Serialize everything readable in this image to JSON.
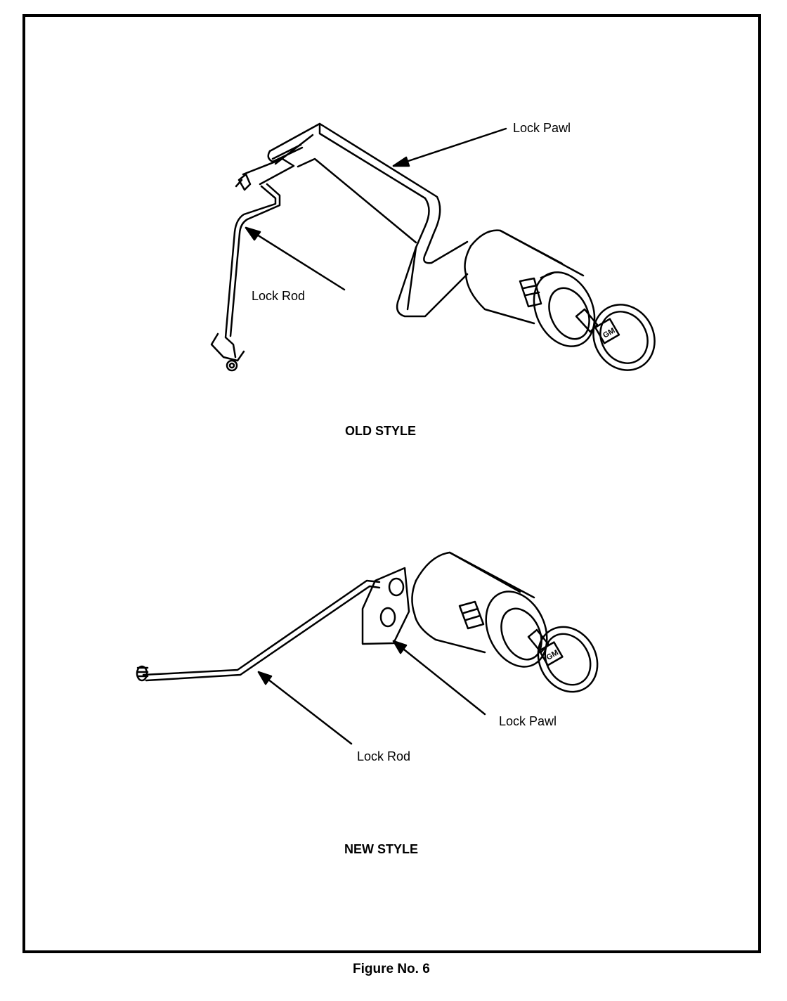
{
  "old_style": {
    "caption": "OLD STYLE",
    "lock_pawl_label": "Lock Pawl",
    "lock_rod_label": "Lock Rod",
    "key_logo": "GM"
  },
  "new_style": {
    "caption": "NEW STYLE",
    "lock_pawl_label": "Lock Pawl",
    "lock_rod_label": "Lock Rod",
    "key_logo": "GM"
  },
  "figure_caption": "Figure No. 6"
}
